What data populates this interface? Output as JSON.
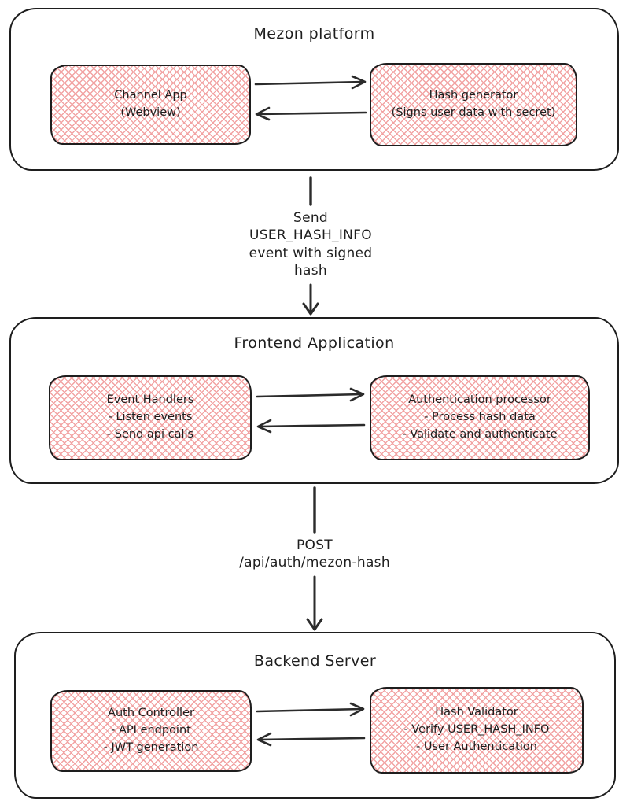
{
  "sections": [
    {
      "title": "Mezon platform",
      "left": [
        "Channel App",
        "(Webview)"
      ],
      "right": [
        "Hash generator",
        "(Signs user data with secret)"
      ]
    },
    {
      "title": "Frontend Application",
      "left": [
        "Event Handlers",
        "- Listen events",
        "- Send api calls"
      ],
      "right": [
        "Authentication processor",
        "- Process hash data",
        "- Validate and authenticate"
      ]
    },
    {
      "title": "Backend Server",
      "left": [
        "Auth Controller",
        "- API endpoint",
        "- JWT generation"
      ],
      "right": [
        "Hash Validator",
        "- Verify USER_HASH_INFO",
        "- User Authentication"
      ]
    }
  ],
  "connectors": [
    {
      "lines": [
        "Send",
        "USER_HASH_INFO",
        "event with signed",
        "hash"
      ]
    },
    {
      "lines": [
        "POST",
        "/api/auth/mezon-hash"
      ]
    }
  ],
  "colors": {
    "stroke": "#1e1e1e",
    "arrow": "#2b2b2b",
    "hatch": "#f2a3a3",
    "bg": "#ffffff"
  }
}
